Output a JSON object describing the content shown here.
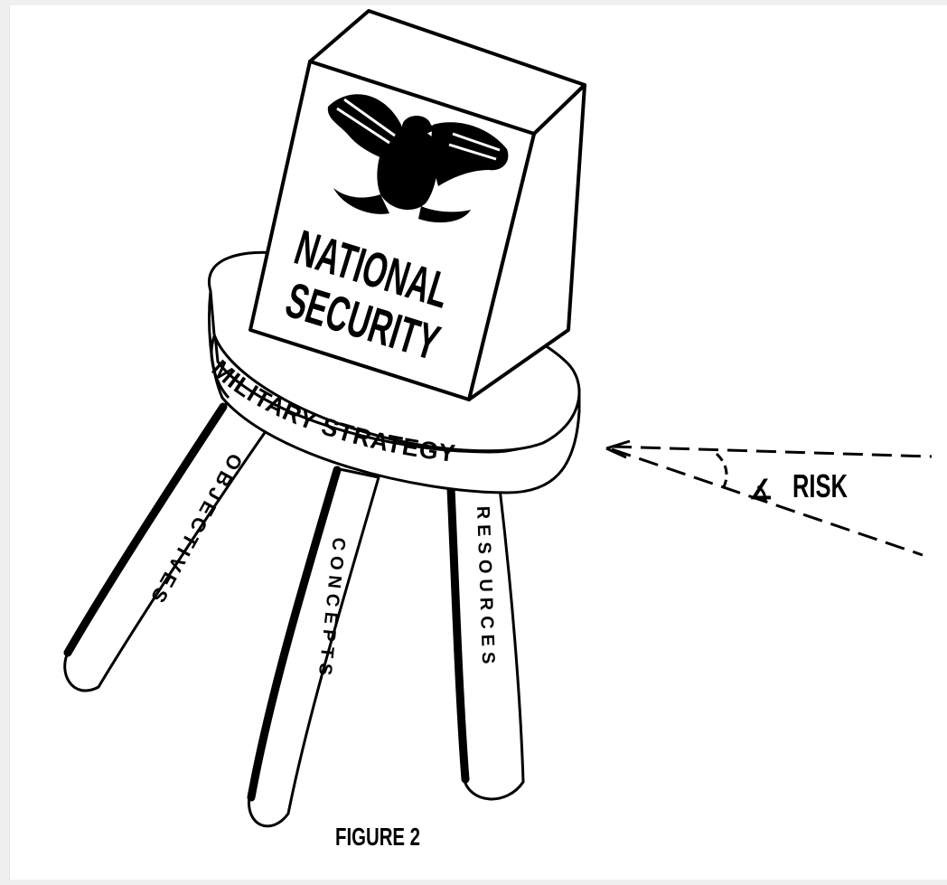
{
  "figure": {
    "box_label_line1": "NATIONAL",
    "box_label_line2": "SECURITY",
    "seat_label": "MILITARY STRATEGY",
    "legs": [
      {
        "label": "OBJECTIVES"
      },
      {
        "label": "CONCEPTS"
      },
      {
        "label": "RESOURCES"
      }
    ],
    "risk_label": "RISK",
    "angle_symbol": "∡",
    "caption": "FIGURE 2",
    "emblem": "eagle-insignia",
    "ink_color": "#000000",
    "paper_color": "#ffffff"
  }
}
